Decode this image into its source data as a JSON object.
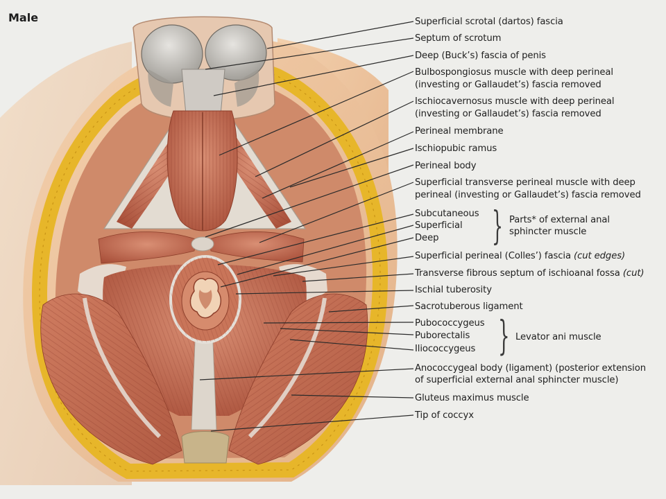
{
  "header": {
    "title": "Male"
  },
  "labels": {
    "superficial_scrotal_fascia": "Superficial scrotal (dartos) fascia",
    "septum_of_scrotum": "Septum of scrotum",
    "deep_bucks_fascia": "Deep (Buck’s) fascia of penis",
    "bulbospongiosus_1": "Bulbospongiosus muscle with deep perineal",
    "bulbospongiosus_2": "(investing or Gallaudet’s) fascia removed",
    "ischiocavernosus_1": "Ischiocavernosus muscle with deep perineal",
    "ischiocavernosus_2": "(investing or Gallaudet’s) fascia removed",
    "perineal_membrane": "Perineal membrane",
    "ischiopubic_ramus": "Ischiopubic ramus",
    "perineal_body": "Perineal body",
    "superficial_transverse_1": "Superficial transverse perineal muscle with deep",
    "superficial_transverse_2": "perineal (investing or Gallaudet’s) fascia removed",
    "subcutaneous": "Subcutaneous",
    "superficial": "Superficial",
    "deep": "Deep",
    "parts_external_anal_1": "Parts* of external anal",
    "parts_external_anal_2": "sphincter muscle",
    "colles_fascia": "Superficial perineal (Colles’) fascia",
    "colles_fascia_note": "(cut edges)",
    "transverse_fibrous_septum": "Transverse fibrous septum of ischioanal fossa",
    "transverse_fibrous_septum_note": "(cut)",
    "ischial_tuberosity": "Ischial tuberosity",
    "sacrotuberous_ligament": "Sacrotuberous ligament",
    "pubococcygeus": "Pubococcygeus",
    "puborectalis": "Puborectalis",
    "iliococcygeus": "Iliococcygeus",
    "levator_ani": "Levator ani muscle",
    "anococcygeal_1": "Anococcygeal body (ligament) (posterior extension",
    "anococcygeal_2": "of superficial external anal sphincter muscle)",
    "gluteus_maximus": "Gluteus maximus muscle",
    "tip_of_coccyx": "Tip of coccyx"
  },
  "colors": {
    "background": "#eeeeeb",
    "skin": "#eec39c",
    "fat": "#e9bd2e",
    "muscle": "#c46a4e",
    "fascia": "#d7d3cc",
    "leader": "#2a2a2a"
  }
}
